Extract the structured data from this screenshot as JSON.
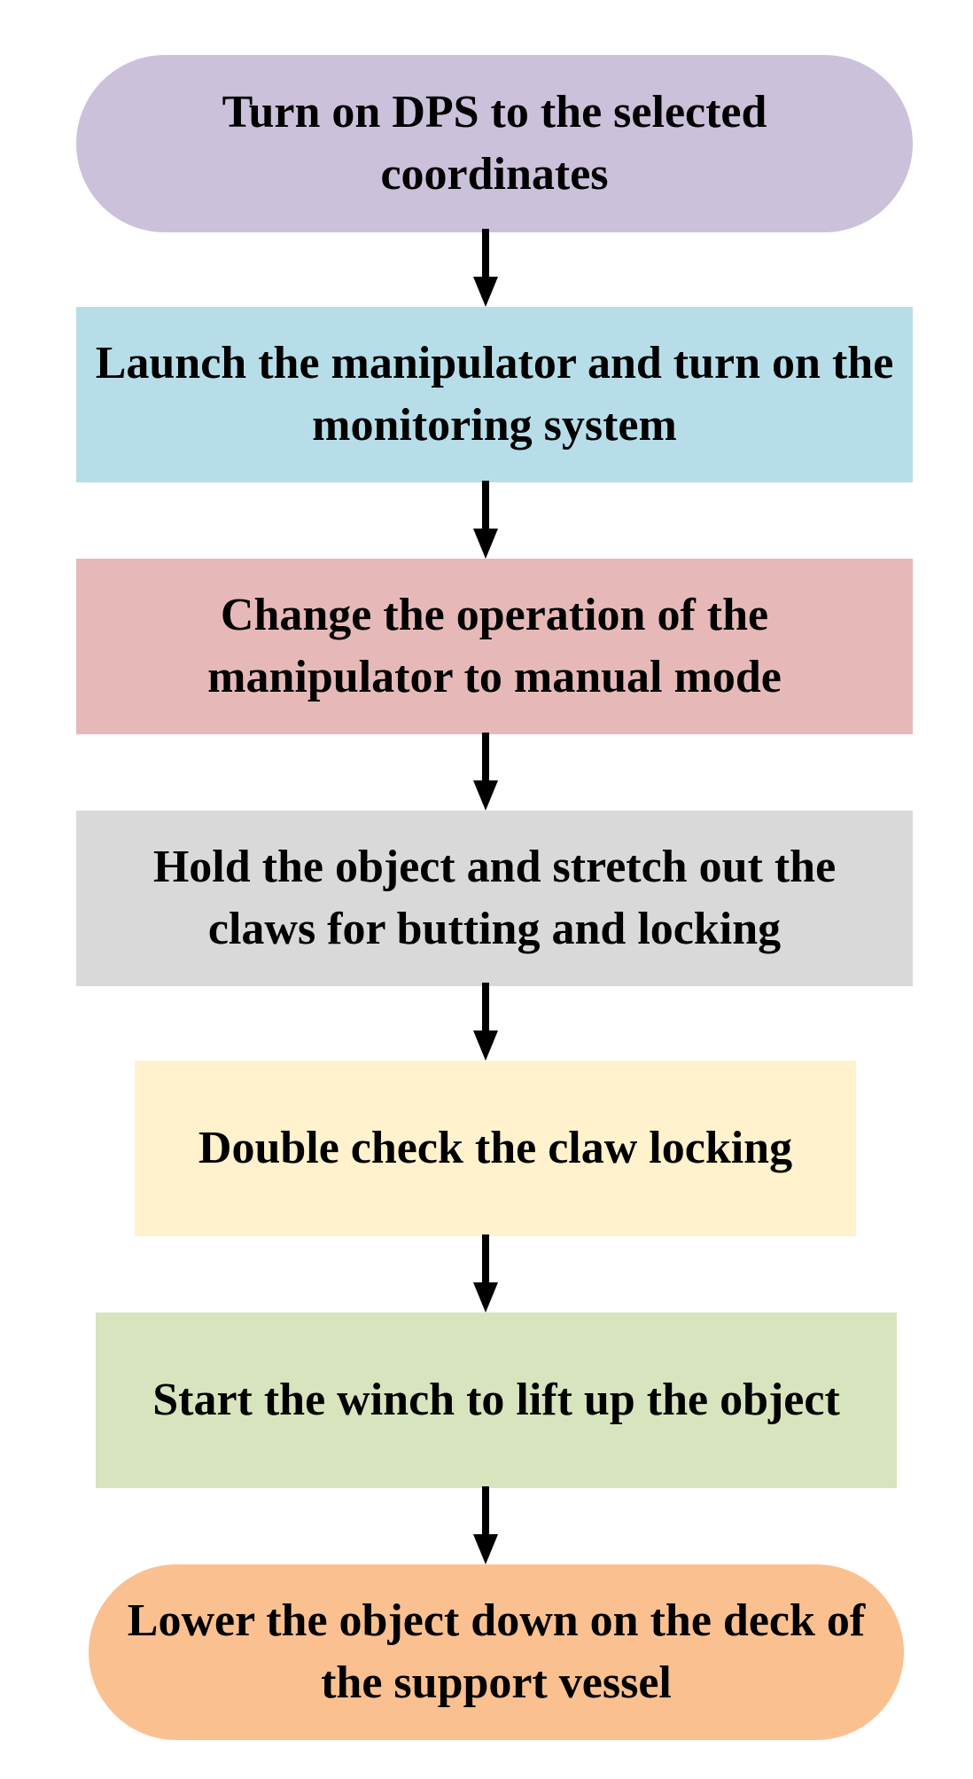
{
  "steps": [
    {
      "label": "Turn on DPS to the selected coordinates",
      "color": "#CCC1DA",
      "shape": "rounded-terminal"
    },
    {
      "label": "Launch the manipulator and turn on the monitoring system",
      "color": "#B7DEE8",
      "shape": "rectangle"
    },
    {
      "label": "Change the operation of the manipulator to manual mode",
      "color": "#E6B9B8",
      "shape": "rectangle"
    },
    {
      "label": "Hold the object and stretch out the claws for butting and locking",
      "color": "#D9D9D9",
      "shape": "rectangle"
    },
    {
      "label": "Double check the claw locking",
      "color": "#FFF2CC",
      "shape": "rectangle"
    },
    {
      "label": "Start the winch to lift up the object",
      "color": "#D7E4BD",
      "shape": "rectangle"
    },
    {
      "label": "Lower the object down on the deck of the support vessel",
      "color": "#FAC090",
      "shape": "rounded-terminal"
    }
  ],
  "connector_color": "#000000"
}
